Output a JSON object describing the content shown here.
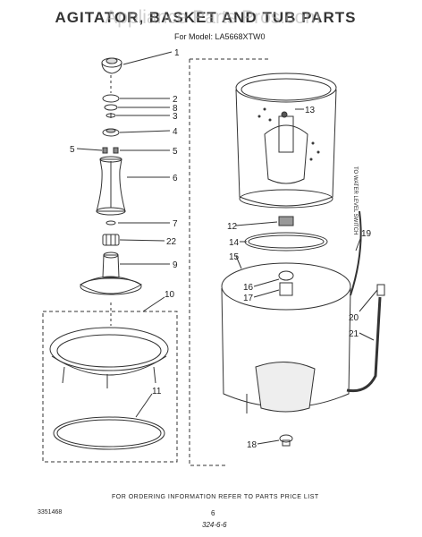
{
  "header": {
    "title": "AGITATOR, BASKET AND TUB PARTS",
    "watermark": "Appliance Parts Pros.com",
    "model": "For Model: LA5668XTW0"
  },
  "callouts": [
    "1",
    "2",
    "8",
    "3",
    "4",
    "5",
    "5",
    "6",
    "7",
    "22",
    "9",
    "10",
    "11",
    "13",
    "12",
    "14",
    "15",
    "16",
    "17",
    "18",
    "19",
    "20",
    "21"
  ],
  "side_label": "TO WATER LEVEL SWITCH",
  "footer": {
    "ordering": "FOR ORDERING INFORMATION REFER TO PARTS PRICE LIST",
    "doc_number": "3351468",
    "page": "6",
    "handwritten": "324-6-6"
  }
}
